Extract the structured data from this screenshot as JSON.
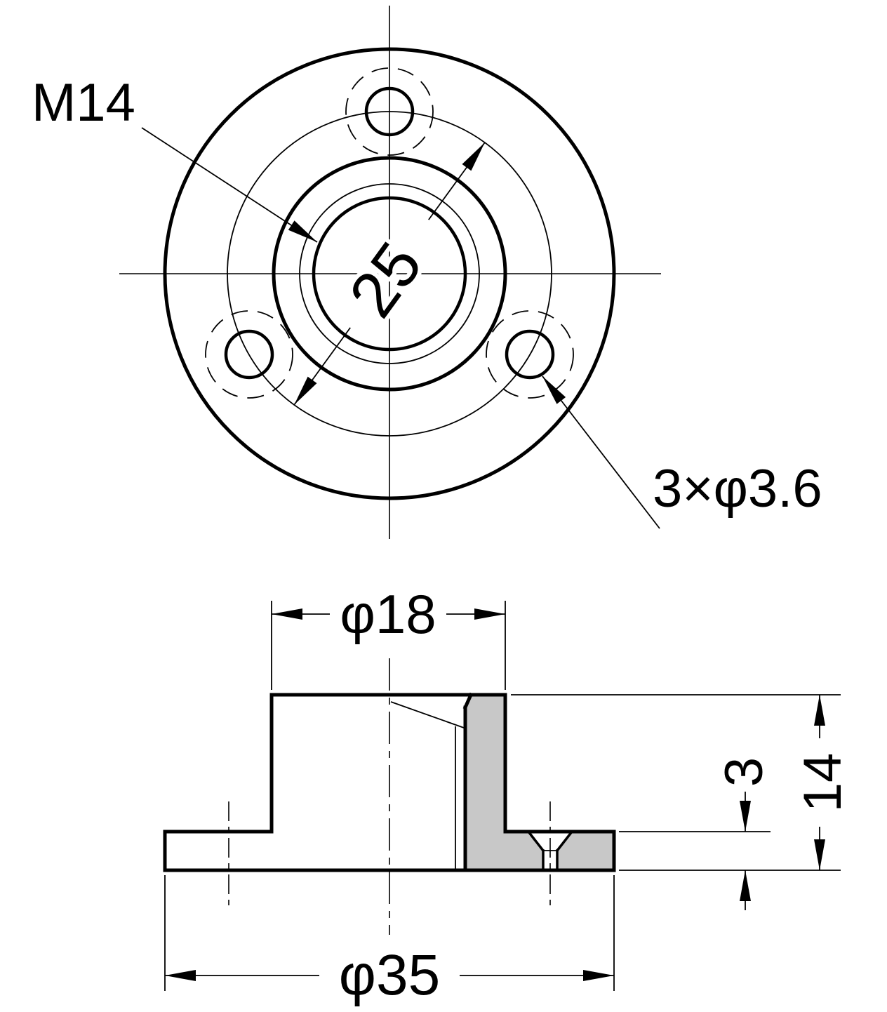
{
  "drawing": {
    "background": "#ffffff",
    "line_color": "#000000",
    "section_fill": "#c8c8c8",
    "top_view": {
      "thread_label": "M14",
      "pitch_circle_diameter": "25",
      "holes_label": "3×φ3.6"
    },
    "side_view": {
      "boss_diameter": "φ18",
      "flange_diameter": "φ35",
      "total_height": "14",
      "flange_thickness": "3"
    }
  }
}
